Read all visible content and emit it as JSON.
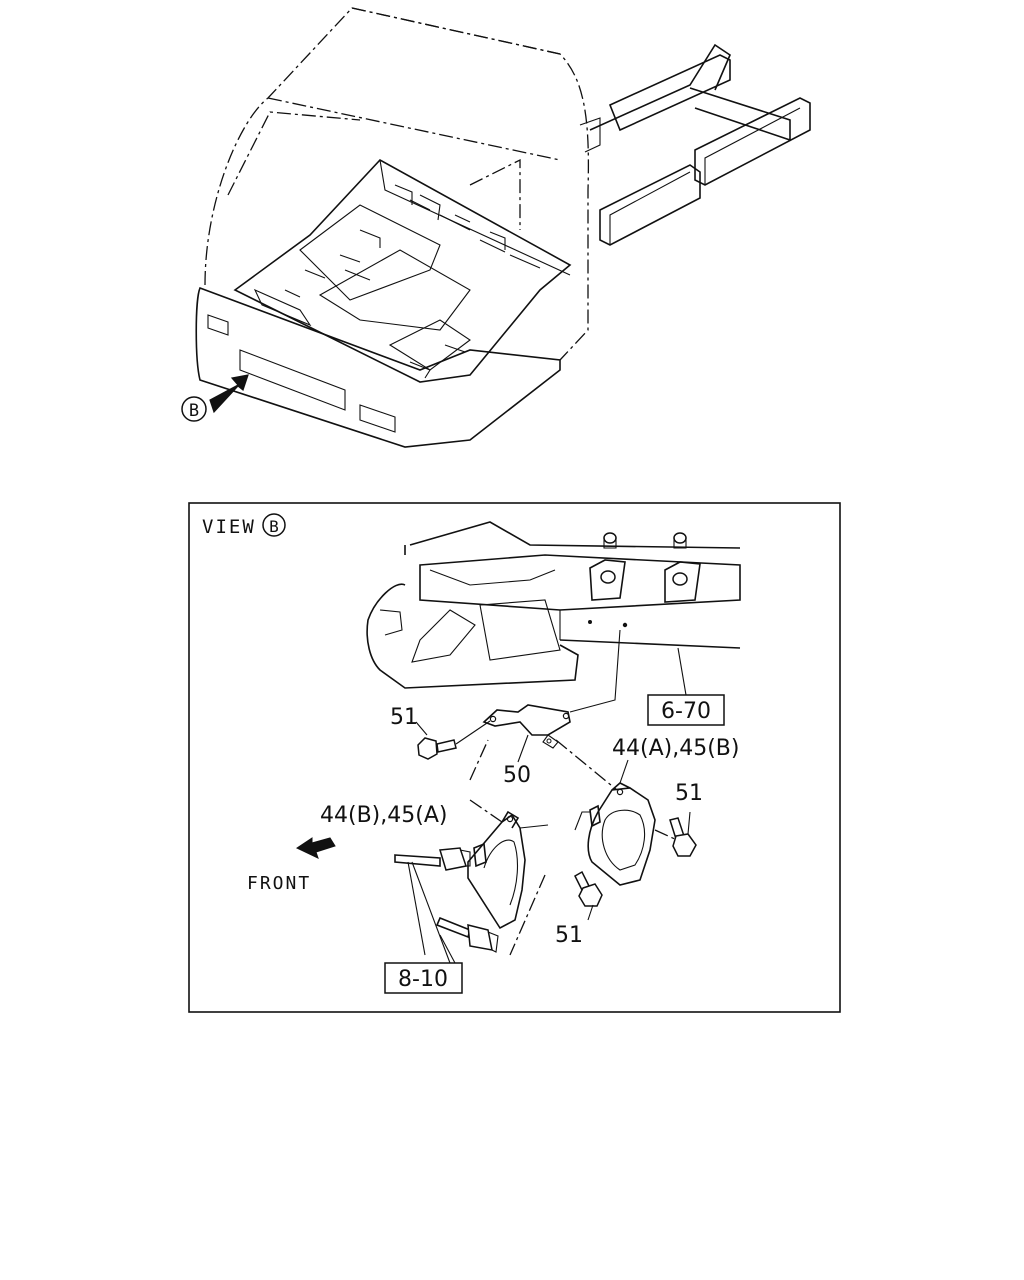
{
  "overview": {
    "view_marker": "B"
  },
  "view": {
    "title": "VIEW",
    "marker": "B",
    "front_label": "FRONT"
  },
  "callouts": {
    "bolt_top": "51",
    "bolt_right": "51",
    "bolt_bottom": "51",
    "bracket": "50",
    "horn_right": "44(A),45(B)",
    "horn_left": "44(B),45(A)"
  },
  "references": {
    "frame_ref": "6-70",
    "harness_ref": "8-10"
  }
}
